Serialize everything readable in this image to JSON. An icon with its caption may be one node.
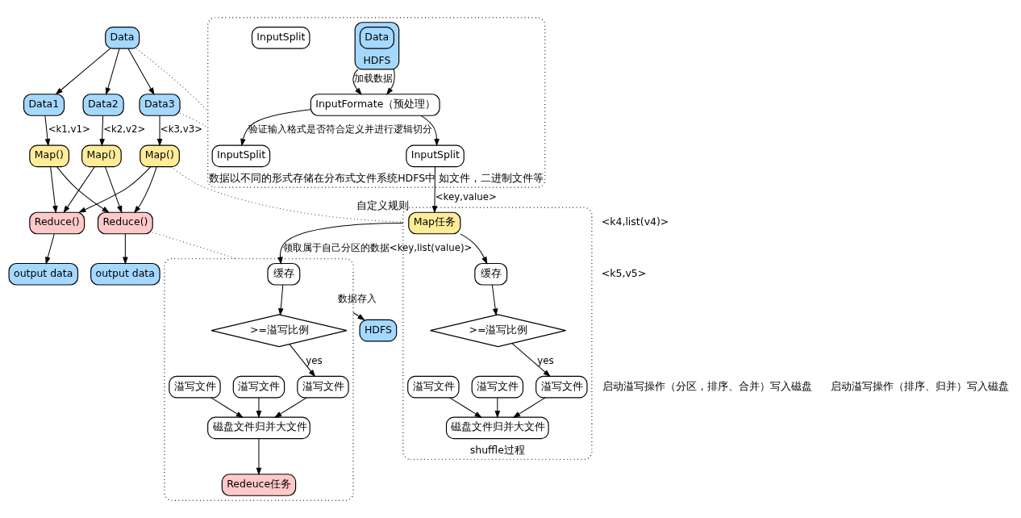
{
  "diagram": {
    "nodes": [
      {
        "text": [
          "Data"
        ]
      },
      {
        "text": [
          "Data1"
        ]
      },
      {
        "text": [
          "Data2"
        ]
      },
      {
        "text": [
          "Data3"
        ]
      },
      {
        "text": [
          "Map()"
        ]
      },
      {
        "text": [
          "Map()"
        ]
      },
      {
        "text": [
          "Map()"
        ]
      },
      {
        "text": [
          "Reduce()"
        ]
      },
      {
        "text": [
          "Reduce()"
        ]
      },
      {
        "text": [
          "output data"
        ]
      },
      {
        "text": [
          "output data"
        ]
      },
      {
        "text": [
          "数据以不同的形式存储在分布式文件系统HDFS中 如文件，二进制文件等"
        ]
      },
      {
        "text": [
          "InputSplit"
        ],
        "in": 11
      },
      {
        "text": [
          "InputSplit"
        ],
        "in": 11
      },
      {
        "text": [
          "InputSplit"
        ],
        "in": 11
      },
      {
        "text": [
          "InputFormate（预处理）"
        ],
        "in": 11
      },
      {
        "text": [
          "HDFS"
        ],
        "in": 11
      },
      {
        "text": [
          "Data"
        ],
        "in": 16
      },
      {
        "text": [
          "shuffle过程"
        ]
      },
      {
        "text": [
          "Map任务"
        ],
        "in": 18,
        "beside": [
          "自定义规则"
        ]
      },
      {
        "text": [
          "缓存"
        ],
        "in": 18
      },
      {
        "text": [
          ">=溢写比例"
        ],
        "in": 18
      },
      {
        "text": [
          "溢写文件"
        ],
        "in": 18
      },
      {
        "text": [
          "溢写文件"
        ],
        "in": 18
      },
      {
        "text": [
          "溢写文件"
        ],
        "in": 18
      },
      {
        "text": [
          "磁盘文件归并大文件"
        ],
        "in": 18
      },
      {
        "text": [],
        "shape": "box"
      },
      {
        "text": [
          "缓存"
        ],
        "in": 26
      },
      {
        "text": [
          ">=溢写比例"
        ],
        "in": 26
      },
      {
        "text": [
          "溢写文件"
        ],
        "in": 26
      },
      {
        "text": [
          "溢写文件"
        ],
        "in": 26
      },
      {
        "text": [
          "溢写文件"
        ],
        "in": 26
      },
      {
        "text": [
          "磁盘文件归并大文件"
        ],
        "in": 26
      },
      {
        "text": [
          "Redeuce任务"
        ],
        "in": 26
      },
      {
        "text": [
          "HDFS"
        ]
      }
    ],
    "edges": [
      {
        "from": 0,
        "to": 1,
        "arrow": "to"
      },
      {
        "from": 0,
        "to": 2,
        "arrow": "to"
      },
      {
        "from": 0,
        "to": 3,
        "arrow": "to"
      },
      {
        "from": 1,
        "to": 4,
        "arrow": "to",
        "label": "<k1,v1>"
      },
      {
        "from": 2,
        "to": 5,
        "arrow": "to",
        "label": "<k2,v2>"
      },
      {
        "from": 3,
        "to": 6,
        "arrow": "to",
        "label": "<k3,v3>"
      },
      {
        "from": 4,
        "to": 7,
        "arrow": "to"
      },
      {
        "from": 4,
        "to": 8,
        "arrow": "to"
      },
      {
        "from": 5,
        "to": 7,
        "arrow": "to"
      },
      {
        "from": 5,
        "to": 8,
        "arrow": "to"
      },
      {
        "from": 6,
        "to": 7,
        "arrow": "to"
      },
      {
        "from": 6,
        "to": 8,
        "arrow": "to"
      },
      {
        "from": 7,
        "to": 9,
        "arrow": "to"
      },
      {
        "from": 8,
        "to": 10,
        "arrow": "to"
      },
      {
        "from": 0,
        "to": 11,
        "arrow": "none",
        "style": "dashed"
      },
      {
        "from": 3,
        "to": 11,
        "arrow": "none",
        "style": "dashed"
      },
      {
        "from": 6,
        "to": 18,
        "arrow": "none",
        "style": "dashed"
      },
      {
        "from": 8,
        "to": 26,
        "arrow": "none",
        "style": "dashed"
      },
      {
        "from": 16,
        "to": 15,
        "arrow": "to",
        "label": "加载数据"
      },
      {
        "from": 16,
        "to": 15,
        "arrow": "to"
      },
      {
        "from": 15,
        "to": 12,
        "arrow": "to",
        "label": "验证输入格式是否符合定义并进行逻辑切分"
      },
      {
        "from": 15,
        "to": 14,
        "arrow": "to"
      },
      {
        "from": 14,
        "to": 19,
        "arrow": "to",
        "label": "<key,value>"
      },
      {
        "from": 19,
        "to": 20,
        "arrow": "to"
      },
      {
        "from": 20,
        "to": 21,
        "arrow": "to"
      },
      {
        "from": 21,
        "to": 23,
        "arrow": "to",
        "label": "yes"
      },
      {
        "from": 22,
        "to": 25,
        "arrow": "to"
      },
      {
        "from": 23,
        "to": 25,
        "arrow": "to"
      },
      {
        "from": 24,
        "to": 25,
        "arrow": "to"
      },
      {
        "from": 18,
        "to": 27,
        "arrow": "to",
        "label": "领取属于自己分区的数据<key,list(value)>"
      },
      {
        "from": 27,
        "to": 28,
        "arrow": "to"
      },
      {
        "from": 28,
        "to": 30,
        "arrow": "to",
        "label": "yes"
      },
      {
        "from": 29,
        "to": 32,
        "arrow": "to"
      },
      {
        "from": 30,
        "to": 32,
        "arrow": "to"
      },
      {
        "from": 31,
        "to": 32,
        "arrow": "to"
      },
      {
        "from": 32,
        "to": 33,
        "arrow": "to"
      },
      {
        "from": 26,
        "to": 34,
        "arrow": "to",
        "label": "数据存入"
      }
    ],
    "labels": [
      "<k4,list(v4)>",
      "<k5,v5>",
      "启动溢写操作（分区，排序、合并）写入磁盘",
      "启动溢写操作（排序、归并）写入磁盘"
    ]
  }
}
